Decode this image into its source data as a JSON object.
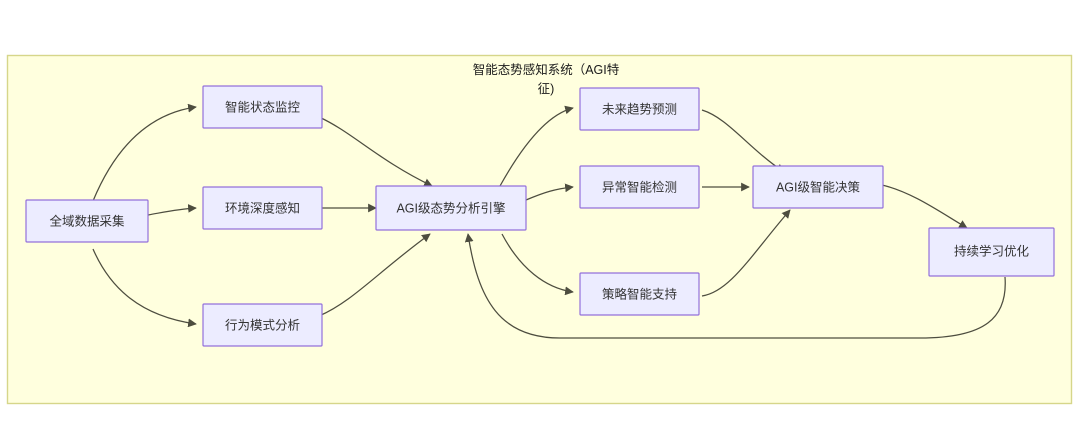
{
  "diagram": {
    "type": "flowchart",
    "direction": "left-to-right",
    "container": {
      "title_line1": "智能态势感知系统（AGI特",
      "title_line2": "征)",
      "fill_color": "#ffffde",
      "border_color": "#d6d68a"
    },
    "node_style": {
      "fill_color": "#ececff",
      "border_color": "#9370db",
      "text_color": "#333333"
    },
    "edge_style": {
      "line_color": "#4d4d3f"
    },
    "nodes": [
      {
        "id": "collect",
        "label": "全域数据采集"
      },
      {
        "id": "monitor",
        "label": "智能状态监控"
      },
      {
        "id": "sense",
        "label": "环境深度感知"
      },
      {
        "id": "behavior",
        "label": "行为模式分析"
      },
      {
        "id": "engine",
        "label": "AGI级态势分析引擎"
      },
      {
        "id": "trend",
        "label": "未来趋势预测"
      },
      {
        "id": "anomaly",
        "label": "异常智能检测"
      },
      {
        "id": "strategy",
        "label": "策略智能支持"
      },
      {
        "id": "decision",
        "label": "AGI级智能决策"
      },
      {
        "id": "learning",
        "label": "持续学习优化"
      }
    ],
    "edges": [
      {
        "from": "collect",
        "to": "monitor"
      },
      {
        "from": "collect",
        "to": "sense"
      },
      {
        "from": "collect",
        "to": "behavior"
      },
      {
        "from": "monitor",
        "to": "engine"
      },
      {
        "from": "sense",
        "to": "engine"
      },
      {
        "from": "behavior",
        "to": "engine"
      },
      {
        "from": "engine",
        "to": "trend"
      },
      {
        "from": "engine",
        "to": "anomaly"
      },
      {
        "from": "engine",
        "to": "strategy"
      },
      {
        "from": "trend",
        "to": "decision"
      },
      {
        "from": "anomaly",
        "to": "decision"
      },
      {
        "from": "strategy",
        "to": "decision"
      },
      {
        "from": "decision",
        "to": "learning"
      },
      {
        "from": "learning",
        "to": "engine"
      }
    ]
  }
}
